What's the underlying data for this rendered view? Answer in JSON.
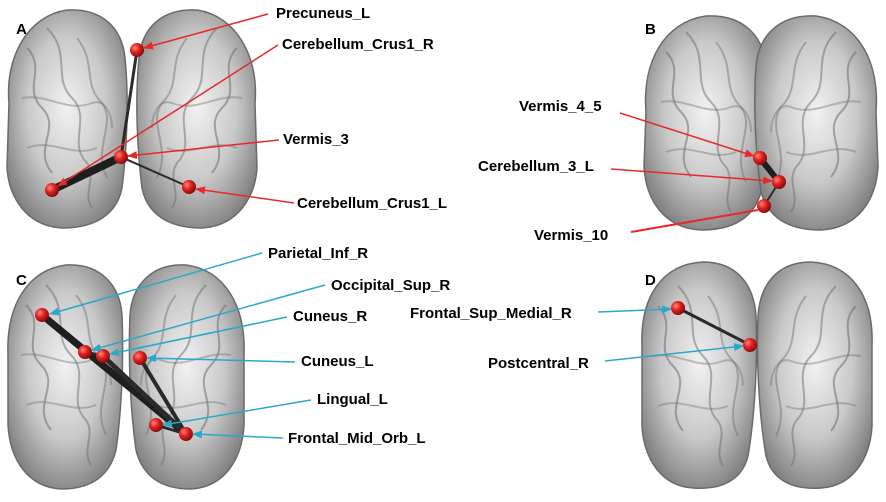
{
  "colors": {
    "red_arrow": "#e8282b",
    "blue_arrow": "#29a9c9",
    "node_red": "#e3201f",
    "brain_gray": "#9e9e9e",
    "connection": "#1e1e1e"
  },
  "panels": [
    {
      "letter": "A",
      "arrow_color": "red",
      "labels": [
        "Precuneus_L",
        "Cerebellum_Crus1_R",
        "Vermis_3",
        "Cerebellum_Crus1_L"
      ]
    },
    {
      "letter": "B",
      "arrow_color": "red",
      "labels": [
        "Vermis_4_5",
        "Cerebellum_3_L",
        "Vermis_10"
      ]
    },
    {
      "letter": "C",
      "arrow_color": "blue",
      "labels": [
        "Parietal_Inf_R",
        "Occipital_Sup_R",
        "Cuneus_R",
        "Cuneus_L",
        "Lingual_L",
        "Frontal_Mid_Orb_L"
      ]
    },
    {
      "letter": "D",
      "arrow_color": "blue",
      "labels": [
        "Frontal_Sup_Medial_R",
        "Postcentral_R"
      ]
    }
  ]
}
